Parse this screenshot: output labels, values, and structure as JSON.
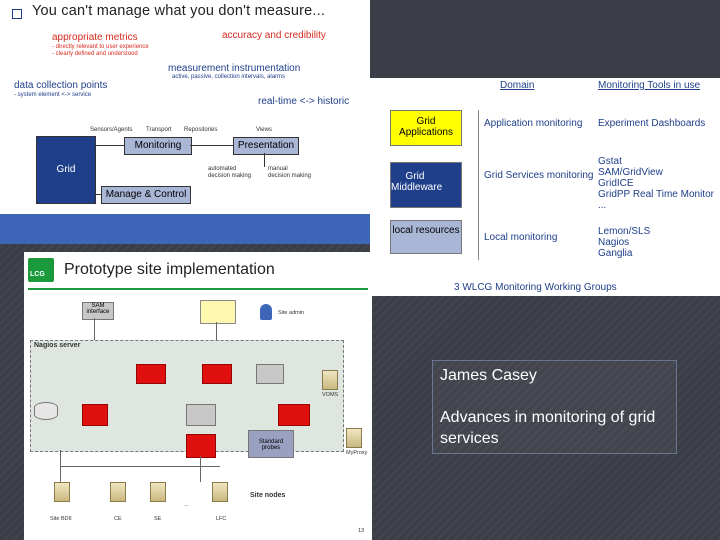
{
  "slide1": {
    "title": "You can't manage what you don't measure...",
    "approp": "appropriate metrics",
    "approp_b1": "- directly relevant to user experience",
    "approp_b2": "- clearly defined and understood",
    "accuracy": "accuracy and credibility",
    "meas": "measurement instrumentation",
    "meas_sub": "active, passive, collection intervals, alarms",
    "dcp": "data collection points",
    "dcp_sub": "- system element <-> service",
    "realtime": "real-time <-> historic",
    "sensors": "Sensors/Agents",
    "transport": "Transport",
    "repos": "Repositories",
    "views": "Views",
    "monitoring": "Monitoring",
    "presentation": "Presentation",
    "grid": "Grid",
    "auto": "automated",
    "auto2": "decision making",
    "manual": "manual",
    "manual2": "decision making",
    "manage": "Manage & Control"
  },
  "slide2": {
    "h_domain": "Domain",
    "h_tools": "Monitoring Tools in use",
    "grid_apps": "Grid Applications",
    "grid_mw": "Grid Middleware",
    "local_res": "local resources",
    "app_mon": "Application monitoring",
    "grid_svc_mon": "Grid Services monitoring",
    "local_mon": "Local monitoring",
    "exp_dash": "Experiment Dashboards",
    "tools_grid": [
      "Gstat",
      "SAM/GridView",
      "GridICE",
      "GridPP Real Time Monitor",
      "..."
    ],
    "tools_local": [
      "Lemon/SLS",
      "Nagios",
      "Ganglia"
    ],
    "footer": "3 WLCG Monitoring Working Groups"
  },
  "slide3": {
    "title": "Prototype site implementation",
    "logo": "LCG",
    "sam": "SAM interface",
    "nagios": "Nagios server",
    "site_admin": "Site admin",
    "probes": "Standard probes",
    "site_nodes": "Site nodes",
    "nodes": [
      "Site BDII",
      "CE",
      "SE",
      "...",
      "LFC"
    ],
    "voms": "VOMS",
    "myproxy": "MyProxy",
    "page": "13"
  },
  "credits": {
    "author": "James Casey",
    "subject": "Advances in monitoring of grid services"
  }
}
